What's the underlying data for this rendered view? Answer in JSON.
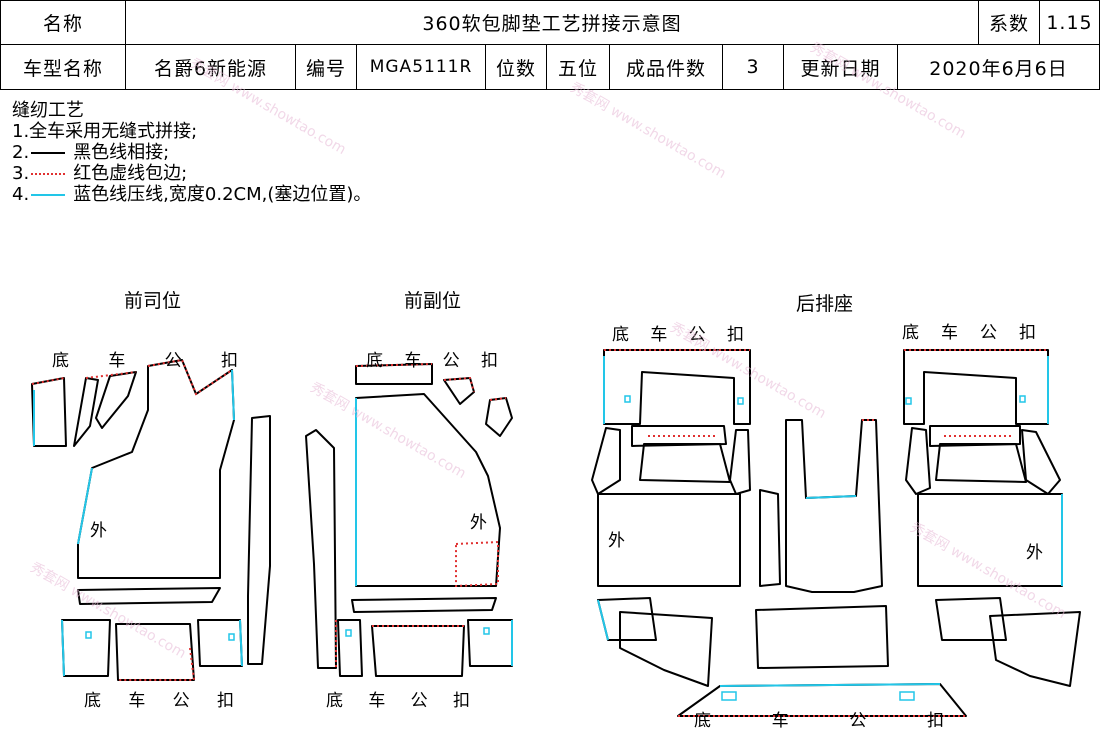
{
  "header": {
    "name_label": "名称",
    "title": "360软包脚垫工艺拼接示意图",
    "coef_label": "系数",
    "coef_value": "1.15",
    "model_label": "车型名称",
    "model_value": "名爵6新能源",
    "code_label": "编号",
    "code_value": "MGA5111R",
    "seat_label": "位数",
    "seat_value": "五位",
    "count_label": "成品件数",
    "count_value": "3",
    "date_label": "更新日期",
    "date_value": "2020年6月6日"
  },
  "notes": {
    "title": "缝纫工艺",
    "items": [
      "1.全车采用无缝式拼接;",
      "2.",
      "黑色线相接;",
      "3.",
      "红色虚线包边;",
      "4.",
      "蓝色线压线,宽度0.2CM,(塞边位置)。"
    ]
  },
  "colors": {
    "black_line": "#000000",
    "red_dashed": "#e03030",
    "blue_line": "#22c6e8",
    "watermark": "#e7b9d6"
  },
  "sections": {
    "front_driver": "前司位",
    "front_passenger": "前副位",
    "rear": "后排座"
  },
  "labels": {
    "buckle": [
      "底",
      "车",
      "公",
      "扣"
    ],
    "outside": "外"
  },
  "watermark": "秀套网 www.showtao.com"
}
